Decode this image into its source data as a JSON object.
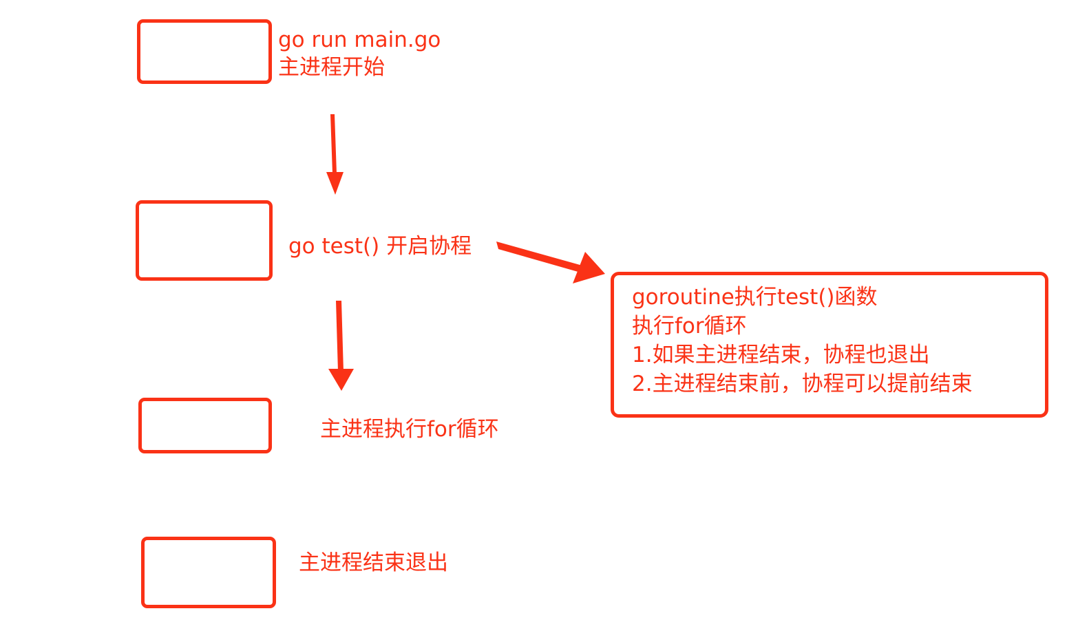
{
  "diagram": {
    "title": "Go main process and goroutine flow",
    "accent_color": "#fa3216",
    "steps": [
      {
        "id": "start",
        "lines": [
          "go run main.go",
          "主进程开始"
        ]
      },
      {
        "id": "go-test",
        "lines": [
          "go test() 开启协程"
        ]
      },
      {
        "id": "main-loop",
        "lines": [
          "主进程执行for循环"
        ]
      },
      {
        "id": "main-exit",
        "lines": [
          "主进程结束退出"
        ]
      }
    ],
    "goroutine": {
      "lines": [
        "goroutine执行test()函数",
        "执行for循环",
        "1.如果主进程结束，协程也退出",
        "2.主进程结束前，协程可以提前结束"
      ]
    },
    "arrows": [
      {
        "from": "start",
        "to": "go-test"
      },
      {
        "from": "go-test",
        "to": "goroutine"
      },
      {
        "from": "go-test",
        "to": "main-loop"
      }
    ]
  }
}
